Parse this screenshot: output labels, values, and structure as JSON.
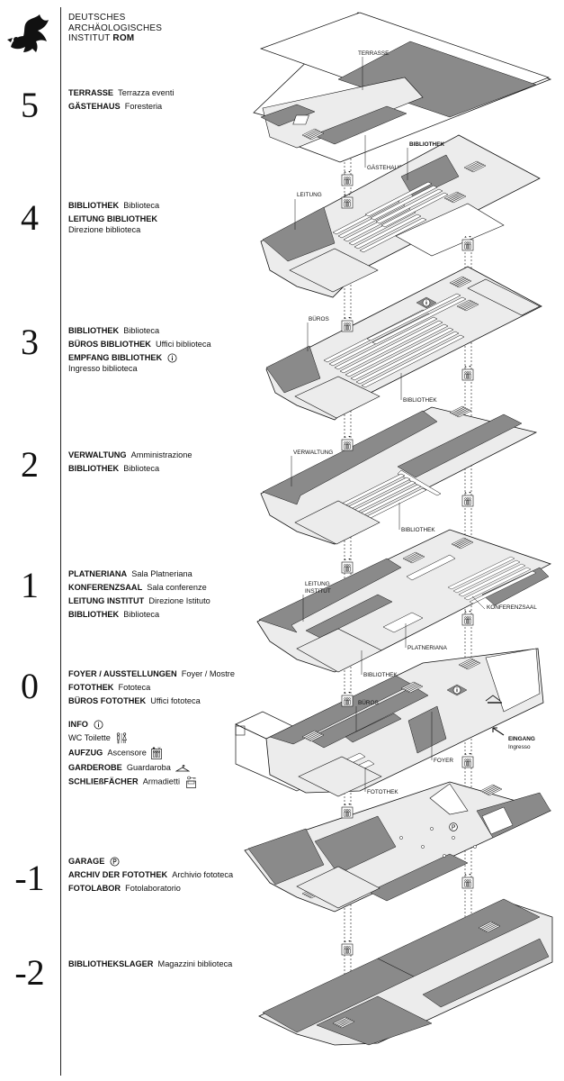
{
  "institute": {
    "line1": "DEUTSCHES",
    "line2": "ARCHÄOLOGISCHES",
    "line3_plain": "INSTITUT",
    "line3_bold": "ROM"
  },
  "floors": [
    {
      "number": "5",
      "entries": [
        {
          "bold": "TERRASSE",
          "plain": "Terrazza eventi"
        },
        {
          "bold": "GÄSTEHAUS",
          "plain": "Foresteria"
        }
      ]
    },
    {
      "number": "4",
      "entries": [
        {
          "bold": "BIBLIOTHEK",
          "plain": "Biblioteca"
        },
        {
          "bold": "LEITUNG BIBLIOTHEK",
          "plain": "Direzione biblioteca"
        }
      ]
    },
    {
      "number": "3",
      "entries": [
        {
          "bold": "BIBLIOTHEK",
          "plain": "Biblioteca"
        },
        {
          "bold": "BÜROS BIBLIOTHEK",
          "plain": "Uffici biblioteca"
        },
        {
          "bold": "EMPFANG BIBLIOTHEK",
          "plain": "Ingresso biblioteca"
        }
      ]
    },
    {
      "number": "2",
      "entries": [
        {
          "bold": "VERWALTUNG",
          "plain": "Amministrazione"
        },
        {
          "bold": "BIBLIOTHEK",
          "plain": "Biblioteca"
        }
      ]
    },
    {
      "number": "1",
      "entries": [
        {
          "bold": "PLATNERIANA",
          "plain": "Sala Platneriana"
        },
        {
          "bold": "KONFERENZSAAL",
          "plain": "Sala conferenze"
        },
        {
          "bold": "LEITUNG INSTITUT",
          "plain": "Direzione Istituto"
        },
        {
          "bold": "BIBLIOTHEK",
          "plain": "Biblioteca"
        }
      ]
    },
    {
      "number": "0",
      "entries": [
        {
          "bold": "FOYER / AUSSTELLUNGEN",
          "plain": "Foyer / Mostre"
        },
        {
          "bold": "FOTOTHEK",
          "plain": "Fototeca"
        },
        {
          "bold": "BÜROS FOTOTHEK",
          "plain": "Uffici fototeca"
        }
      ]
    },
    {
      "number": "-1",
      "entries": [
        {
          "bold": "GARAGE",
          "plain": ""
        },
        {
          "bold": "ARCHIV DER FOTOTHEK",
          "plain": "Archivio fototeca"
        },
        {
          "bold": "FOTOLABOR",
          "plain": "Fotolaboratorio"
        }
      ]
    },
    {
      "number": "-2",
      "entries": [
        {
          "bold": "BIBLIOTHEKSLAGER",
          "plain": "Magazzini biblioteca"
        }
      ]
    }
  ],
  "legend": [
    {
      "bold": "INFO",
      "plain": "",
      "icon": "info-icon"
    },
    {
      "bold": "",
      "plain": "WC Toilette",
      "icon": "toilet-icon"
    },
    {
      "bold": "AUFZUG",
      "plain": "Ascensore",
      "icon": "elevator-icon"
    },
    {
      "bold": "GARDEROBE",
      "plain": "Guardaroba",
      "icon": "hanger-icon"
    },
    {
      "bold": "SCHLIEßFÄCHER",
      "plain": "Armadietti",
      "icon": "locker-icon"
    }
  ],
  "plan_labels": {
    "terrasse": "TERRASSE",
    "gaestehaus": "GÄSTEHAUS",
    "bibliothek4": "BIBLIOTHEK",
    "leitung4": "LEITUNG",
    "bueros3": "BÜROS",
    "bibliothek3": "BIBLIOTHEK",
    "verwaltung2": "VERWALTUNG",
    "bibliothek2": "BIBLIOTHEK",
    "leitung_institut1a": "LEITUNG",
    "leitung_institut1b": "INSTITUT",
    "konferenzsaal1": "KONFERENZSAAL",
    "platneriana1": "PLATNERIANA",
    "bibliothek1": "BIBLIOTHEK",
    "bueros0": "BÜROS",
    "foyer0": "FOYER",
    "fotothek0": "FOTOTHEK",
    "eingang": "EINGANG",
    "ingresso": "Ingresso"
  },
  "colors": {
    "dark_room": "#8a8a8a",
    "light_floor": "#ececec",
    "outline": "#1a1a1a"
  }
}
